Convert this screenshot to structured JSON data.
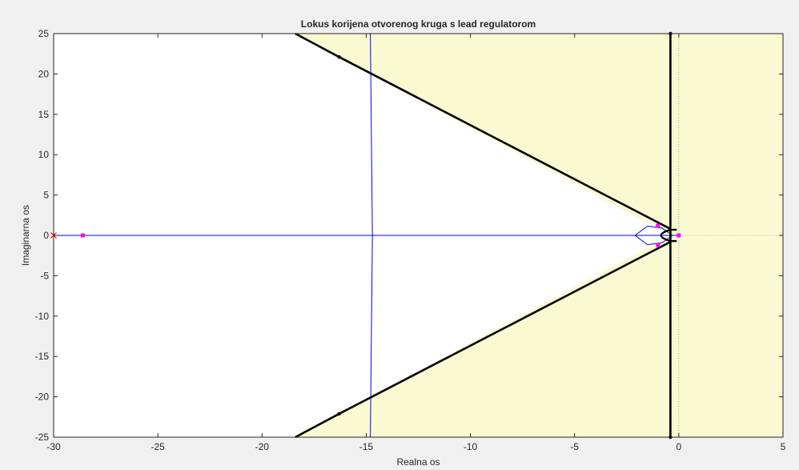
{
  "chart_data": {
    "type": "root-locus",
    "title": "Lokus korijena otvorenog kruga s lead regulatorom",
    "xlabel": "Realna os",
    "ylabel": "Imaginarna os",
    "xlim": [
      -30,
      5
    ],
    "ylim": [
      -25,
      25
    ],
    "grid": false,
    "xticks": [
      -30,
      -25,
      -20,
      -15,
      -10,
      -5,
      0,
      5
    ],
    "xtick_labels": [
      "-30",
      "-25",
      "-20",
      "-15",
      "-10",
      "-5",
      "0",
      "5"
    ],
    "yticks": [
      25,
      20,
      15,
      10,
      5,
      0,
      -5,
      -10,
      -15,
      -20,
      -25
    ],
    "ytick_labels": [
      "25",
      "20",
      "15",
      "10",
      "5",
      "0",
      "-5",
      "-10",
      "-15",
      "-20",
      "-25"
    ],
    "colors": {
      "figure_bg": "#f0f0f0",
      "axes_bg": "#ffffff",
      "allowed_region": "#fafad2",
      "locus": "#0000ff",
      "constraint": "#000000",
      "pole_marker": "#ff0000",
      "closed_loop_marker": "#ff00ff"
    },
    "allowed_region": {
      "real_part_max": -0.4,
      "wedge_apex": [
        -0.4,
        0
      ],
      "wedge_ends": [
        [
          -18.4,
          25
        ],
        [
          -18.4,
          -25
        ]
      ]
    },
    "constraint_lines": [
      {
        "x": [
          -18.4,
          -16.3,
          -0.4
        ],
        "y": [
          25,
          22.1,
          0.8
        ]
      },
      {
        "x": [
          -18.4,
          -16.3,
          -0.4
        ],
        "y": [
          -25,
          -22.1,
          -0.8
        ]
      },
      {
        "x": [
          -0.4,
          -0.4
        ],
        "y": [
          25,
          -25
        ]
      }
    ],
    "series": [
      {
        "x": [
          -30,
          0
        ],
        "y": [
          0,
          0
        ]
      },
      {
        "x": [
          -14.8,
          -14.75,
          -14.7,
          -14.75,
          -14.8
        ],
        "y": [
          25,
          12,
          0,
          -12,
          -25
        ]
      },
      {
        "x": [
          -0.3,
          -0.8,
          -1.5,
          -2.1,
          -1.5,
          -0.8,
          -0.3
        ],
        "y": [
          0,
          0.9,
          1.15,
          0,
          -1.15,
          -0.9,
          0
        ]
      }
    ],
    "open_loop_poles": [
      {
        "x": -30,
        "y": 0
      }
    ],
    "closed_loop_poles": [
      {
        "x": -28.6,
        "y": 0
      },
      {
        "x": -1.0,
        "y": 1.2
      },
      {
        "x": -1.0,
        "y": -1.2
      },
      {
        "x": 0.0,
        "y": 0
      }
    ]
  }
}
